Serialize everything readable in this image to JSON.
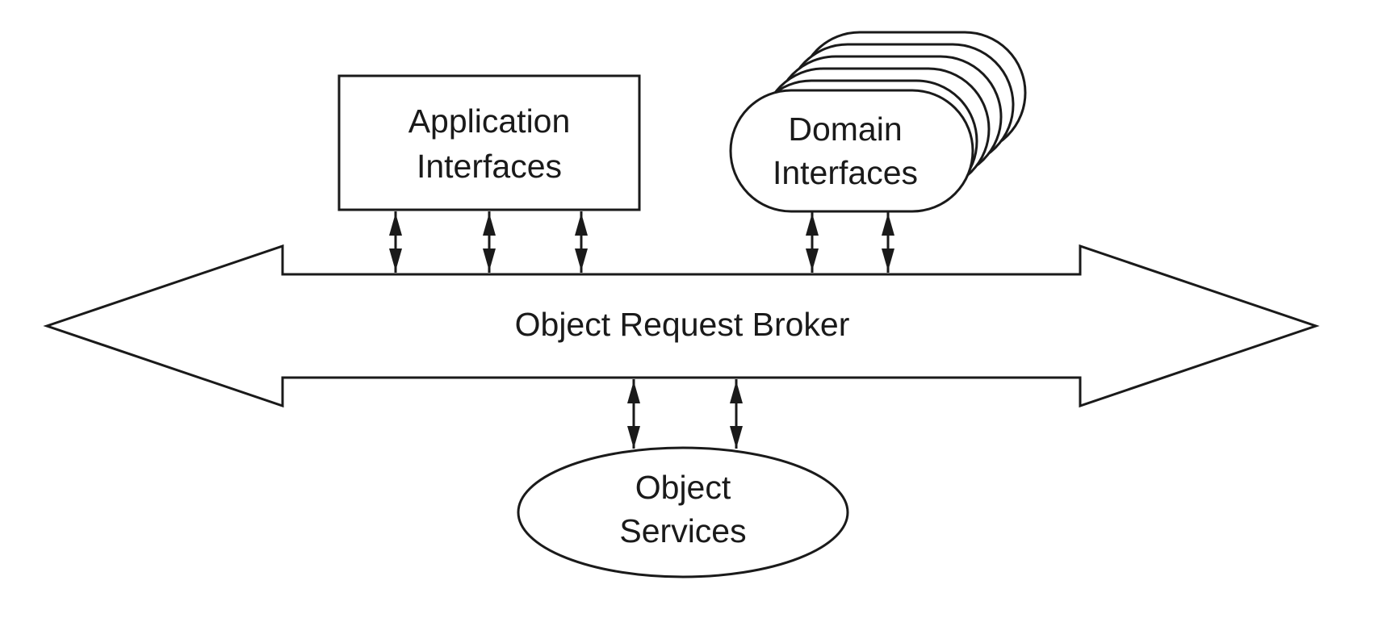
{
  "diagram": {
    "application_interfaces": {
      "line1": "Application",
      "line2": "Interfaces"
    },
    "domain_interfaces": {
      "line1": "Domain",
      "line2": "Interfaces"
    },
    "orb": {
      "label": "Object Request Broker"
    },
    "object_services": {
      "line1": "Object",
      "line2": "Services"
    }
  }
}
